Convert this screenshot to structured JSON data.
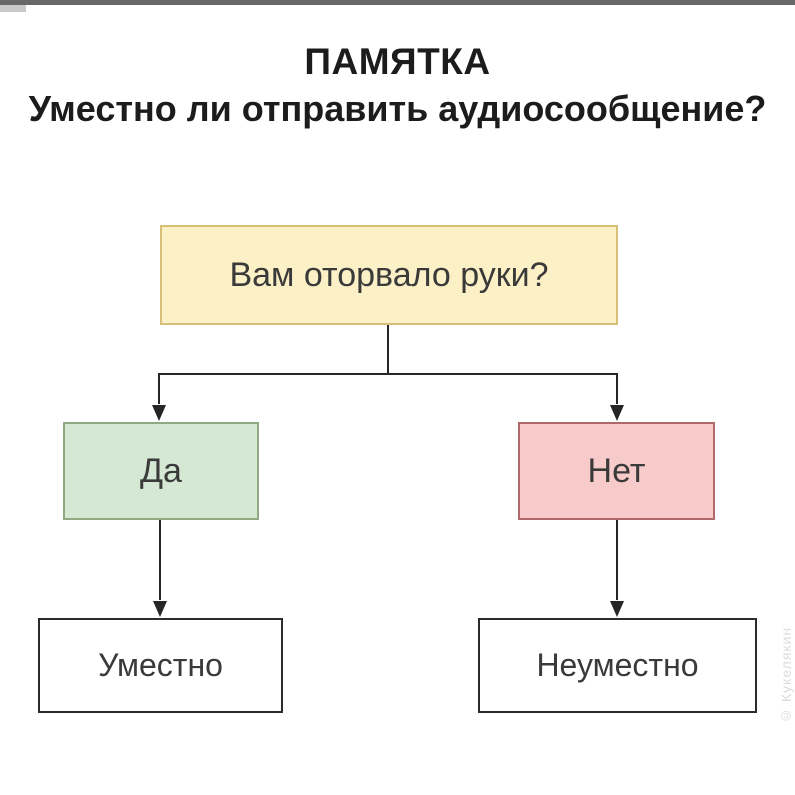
{
  "header": {
    "title": "ПАМЯТКА",
    "subtitle": "Уместно ли отправить аудиосообщение?"
  },
  "flowchart": {
    "question": {
      "label": "Вам оторвало руки?",
      "fill": "#fcf0c6",
      "border": "#d9c078"
    },
    "answer_yes": {
      "label": "Да",
      "fill": "#d5e8d4",
      "border": "#8fa983"
    },
    "answer_no": {
      "label": "Нет",
      "fill": "#f7cbca",
      "border": "#b0696a"
    },
    "result_yes": {
      "label": "Уместно",
      "fill": "#ffffff",
      "border": "#2c2c2c"
    },
    "result_no": {
      "label": "Неуместно",
      "fill": "#ffffff",
      "border": "#2c2c2c"
    },
    "edges": [
      {
        "from": "question",
        "to": "answer_yes"
      },
      {
        "from": "question",
        "to": "answer_no"
      },
      {
        "from": "answer_yes",
        "to": "result_yes"
      },
      {
        "from": "answer_no",
        "to": "result_no"
      }
    ]
  },
  "watermark": {
    "text": "© Кукелякин"
  },
  "colors": {
    "background": "#ffffff",
    "line": "#262626",
    "text": "#3a3a3a",
    "heading_text": "#1c1c1c",
    "top_bar": "#686868",
    "watermark_text": "#dcdcdc"
  }
}
